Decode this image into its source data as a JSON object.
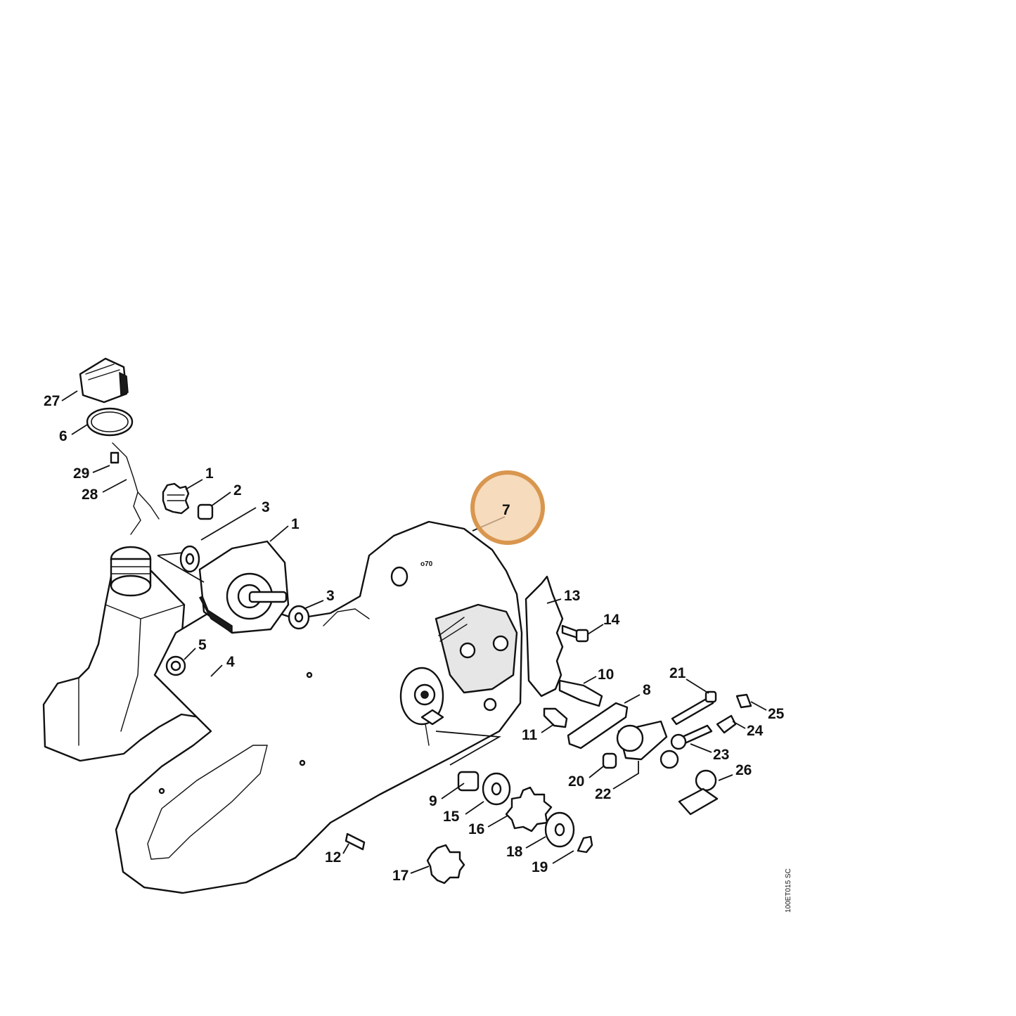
{
  "diagram": {
    "highlighted_part": "7",
    "highlight_color": "#d9964f",
    "reference_code": "100ET015 SC",
    "callouts": {
      "p1a": "1",
      "p1b": "1",
      "p2": "2",
      "p3a": "3",
      "p3b": "3",
      "p4": "4",
      "p5": "5",
      "p6": "6",
      "p7": "7",
      "p8": "8",
      "p9": "9",
      "p10": "10",
      "p11": "11",
      "p12": "12",
      "p13": "13",
      "p14": "14",
      "p15": "15",
      "p16": "16",
      "p17": "17",
      "p18": "18",
      "p19": "19",
      "p20": "20",
      "p21": "21",
      "p22": "22",
      "p23": "23",
      "p24": "24",
      "p25": "25",
      "p26": "26",
      "p27": "27",
      "p28": "28",
      "p29": "29"
    }
  }
}
